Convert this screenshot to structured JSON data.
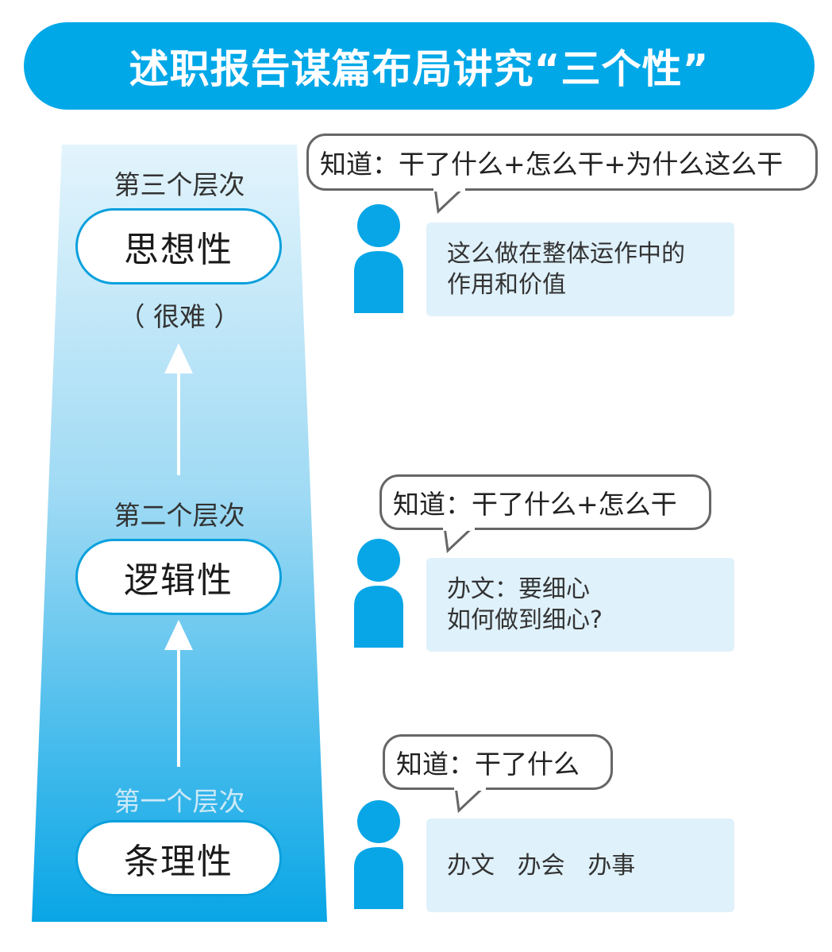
{
  "title": "述职报告谋篇布局讲究“三个性”",
  "colors": {
    "brand": "#00a8e8",
    "card_bg": "#dff1fb",
    "bubble_border": "#666666"
  },
  "levels": [
    {
      "label": "第三个层次",
      "name": "思想性",
      "note": "（ 很难 ）",
      "bubble": "知道：干了什么+怎么干+为什么这么干",
      "card": [
        "这么做在整体运作中的",
        "作用和价值"
      ]
    },
    {
      "label": "第二个层次",
      "name": "逻辑性",
      "bubble": "知道：干了什么+怎么干",
      "card": [
        "办文：要细心",
        "如何做到细心?"
      ]
    },
    {
      "label": "第一个层次",
      "name": "条理性",
      "bubble": "知道：干了什么",
      "card": [
        "办文   办会   办事"
      ]
    }
  ]
}
